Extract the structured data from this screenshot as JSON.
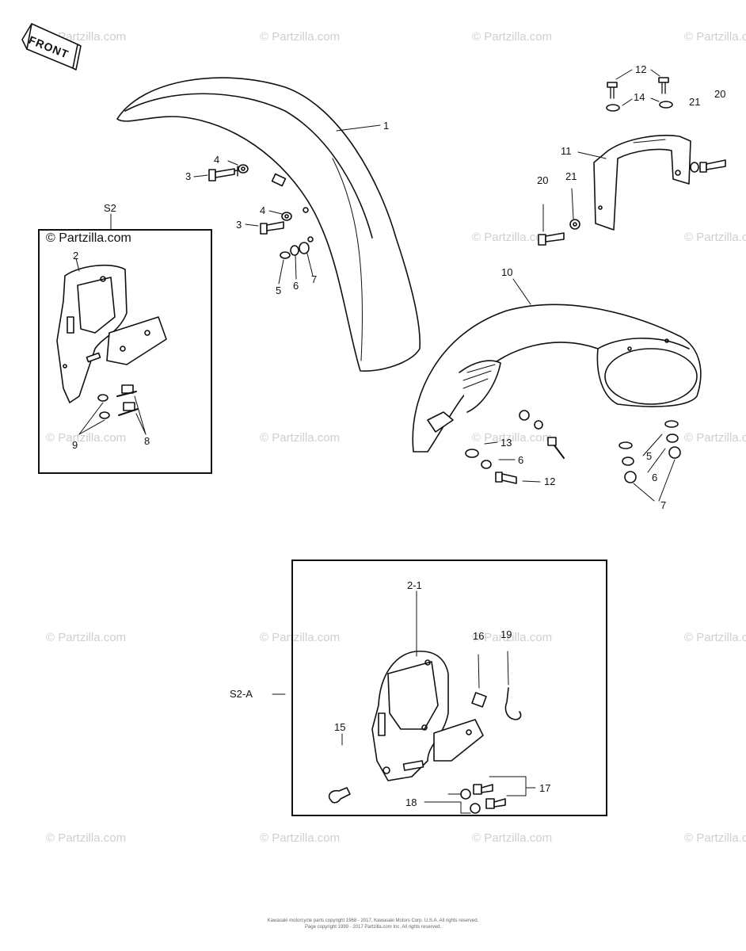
{
  "watermark": "© Partzilla.com",
  "front_label": "FRONT",
  "callouts": {
    "c1": "1",
    "c2": "2",
    "c2_1": "2-1",
    "c3a": "3",
    "c3b": "3",
    "c4a": "4",
    "c4b": "4",
    "c5a": "5",
    "c5b": "5",
    "c6a": "6",
    "c6b": "6",
    "c6c": "6",
    "c7a": "7",
    "c7b": "7",
    "c8": "8",
    "c9": "9",
    "c10": "10",
    "c11": "11",
    "c12a": "12",
    "c12b": "12",
    "c13": "13",
    "c14": "14",
    "c15": "15",
    "c16": "16",
    "c17": "17",
    "c18": "18",
    "c19": "19",
    "c20a": "20",
    "c20b": "20",
    "c21a": "21",
    "c21b": "21",
    "s2": "S2",
    "s2a": "S2-A"
  },
  "copyright": {
    "line1": "Kawasaki motorcycle parts copyright 1968 - 2017, Kawasaki Motors Corp. U.S.A.  All rights reserved.",
    "line2": "Page copyright 1999 - 2017 Partzilla.com Inc. All rights reserved."
  }
}
